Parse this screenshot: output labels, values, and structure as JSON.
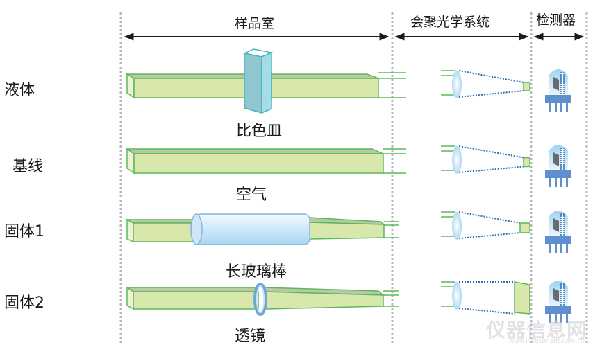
{
  "sections": [
    {
      "label": "样品室"
    },
    {
      "label": "会聚光学系统"
    },
    {
      "label": "检测器"
    }
  ],
  "rows": [
    {
      "label": "液体",
      "caption": "比色皿",
      "sample_type": "cuvette"
    },
    {
      "label": "基线",
      "caption": "空气",
      "sample_type": "air"
    },
    {
      "label": "固体1",
      "caption": "长玻璃棒",
      "sample_type": "long-glass-rod"
    },
    {
      "label": "固体2",
      "caption": "透镜",
      "sample_type": "lens"
    }
  ],
  "icons": {
    "detector": "photodetector-icon",
    "lens": "converging-lens-icon"
  },
  "colors": {
    "beam_fill": "#d8e8ad",
    "beam_top": "#b9c9a3",
    "beam_stroke": "#5cb85c",
    "cuvette": "#9fd4dc",
    "glass": "#cfe7f7",
    "lens": "#bfe0f5",
    "detector_base": "#5f8fcf",
    "dotted_ray": "#2a6cb0",
    "divider": "#b8b8b8",
    "arrow": "#231815"
  },
  "watermark": {
    "text": "仪器信息网",
    "sub": "www.instrument.com.cn"
  }
}
